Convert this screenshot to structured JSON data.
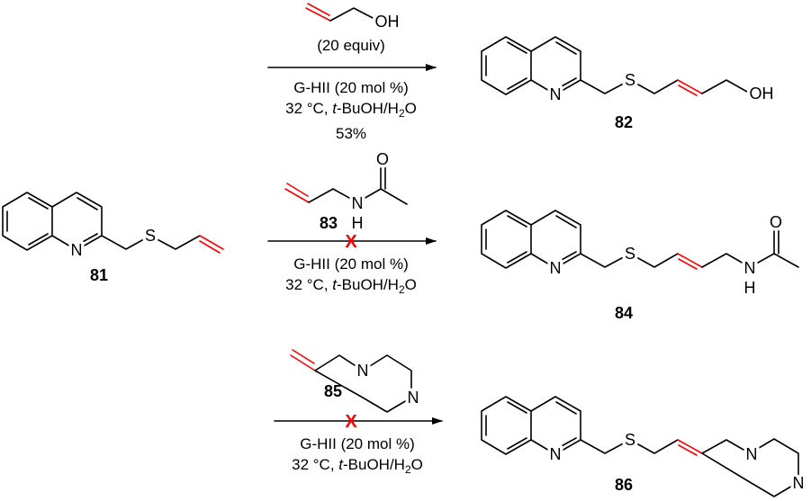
{
  "atoms": {
    "N": "N",
    "S": "S",
    "OH": "OH",
    "O": "O",
    "H": "H"
  },
  "compounds": {
    "start": "81",
    "product_1": "82",
    "reagent_2": "83",
    "product_2": "84",
    "reagent_3": "85",
    "product_3": "86"
  },
  "reactions": [
    {
      "reagent_note": "(20 equiv)",
      "catalyst": "G-HII (20 mol %)",
      "temp": "32 °C, ",
      "italic_t": "t",
      "solvent_a": "-BuOH/H",
      "sub": "2",
      "solvent_b": "O",
      "yield": "53%"
    },
    {
      "catalyst": "G-HII (20 mol %)",
      "temp": "32 °C, ",
      "italic_t": "t",
      "solvent_a": "-BuOH/H",
      "sub": "2",
      "solvent_b": "O",
      "failed_mark": "X"
    },
    {
      "catalyst": "G-HII (20 mol %)",
      "temp": "32 °C, ",
      "italic_t": "t",
      "solvent_a": "-BuOH/H",
      "sub": "2",
      "solvent_b": "O",
      "failed_mark": "X"
    }
  ],
  "colors": {
    "highlight": "#ff0000",
    "bond": "#000000"
  }
}
